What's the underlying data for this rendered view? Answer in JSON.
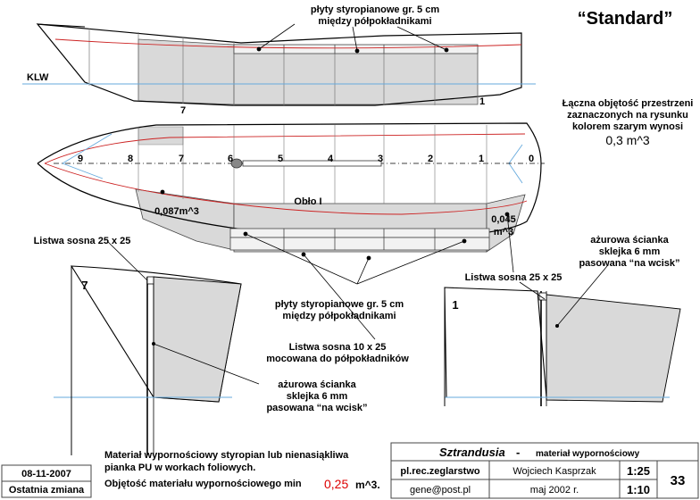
{
  "title": "“Standard”",
  "labels": {
    "top_plates": [
      "płyty styropianowe gr. 5 cm",
      "między półpokładnikami"
    ],
    "klw": "KLW",
    "station_top_7": "7",
    "station_top_1": "1",
    "volume_note": [
      "Łączna objętość przestrzeni",
      "zaznaczonych na rysunku",
      "kolorem szarym wynosi"
    ],
    "volume_value": "0,3 m^3",
    "stations": [
      "9",
      "8",
      "7",
      "6",
      "5",
      "4",
      "3",
      "2",
      "1",
      "0"
    ],
    "oblo": "Obło I",
    "vol_left": "0,087m^3",
    "vol_right": [
      "0,045",
      "m^3"
    ],
    "listwa_left": "Listwa sosna 25 x 25",
    "listwa_right": "Listwa sosna 25 x 25",
    "azurowa_right": [
      "ażurowa ścianka",
      "sklejka 6 mm",
      "pasowana “na wcisk”"
    ],
    "bottom_plates": [
      "płyty styropianowe gr. 5 cm",
      "między półpokładnikami"
    ],
    "listwa_10": [
      "Listwa sosna 10 x 25",
      "mocowana do półpokładników"
    ],
    "azurowa_left": [
      "ażurowa ścianka",
      "sklejka 6 mm",
      "pasowana “na wcisk”"
    ],
    "section_left_num": "7",
    "section_right_num": "1"
  },
  "footer": {
    "date": "08-11-2007",
    "last_change": "Ostatnia zmiana",
    "material_line1": "Materiał wypornościowy styropian lub nienasiąkliwa",
    "material_line2": "pianka PU w workach foliowych.",
    "material_line3_pre": "Objętość materiału wypornościowego min",
    "material_value": "0,25",
    "material_unit": "m^3.",
    "project": "Sztrandusia",
    "dash": " - ",
    "subtitle": "materiał wypornościowy",
    "site": "pl.rec.zeglarstwo",
    "author": "Wojciech Kasprzak",
    "scale1": "1:25",
    "sheet": "33",
    "email": "gene@post.pl",
    "date2": "maj 2002 r.",
    "scale2": "1:10"
  },
  "colors": {
    "hull_line": "#000000",
    "red_line": "#cc2222",
    "blue_line": "#66aadd",
    "fill_gray": "#d9d9d9",
    "accent_red": "#dd0000"
  }
}
